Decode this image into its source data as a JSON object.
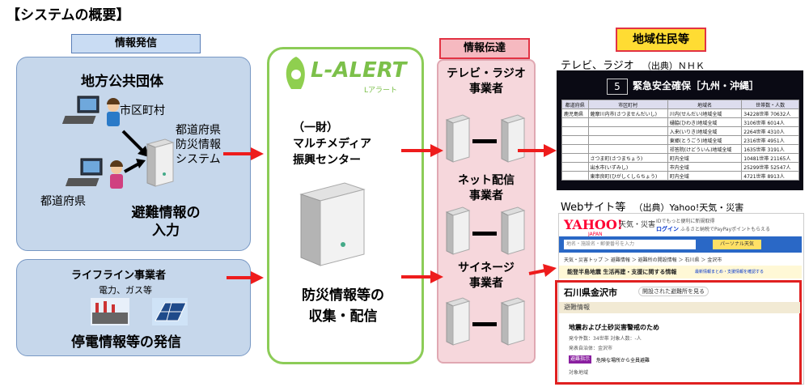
{
  "title": "【システムの概要】",
  "headers": {
    "source": "情報発信",
    "transmit": "情報伝達",
    "residents": "地域住民等"
  },
  "gov": {
    "title": "地方公共団体",
    "municipality": "市区町村",
    "prefecture_system": [
      "都道府県",
      "防災情報",
      "システム"
    ],
    "prefecture": "都道府県",
    "input": [
      "避難情報の",
      "入力"
    ]
  },
  "lifeline": {
    "title": "ライフライン事業者",
    "subtitle": "電力、ガス等",
    "output": "停電情報等の発信"
  },
  "alert": {
    "logo_text": "L-ALERT",
    "logo_sub": "Lアラート",
    "org": [
      "（一財）",
      "マルチメディア",
      "振興センター"
    ],
    "role": [
      "防災情報等の",
      "収集・配信"
    ]
  },
  "transmitters": [
    [
      "テレビ・ラジオ",
      "事業者"
    ],
    [
      "ネット配信",
      "事業者"
    ],
    [
      "サイネージ",
      "事業者"
    ]
  ],
  "tv": {
    "caption": "テレビ、ラジオ",
    "source": "（出典）ＮＨＫ",
    "headline": "緊急安全確保［九州・沖縄］",
    "channel": "5",
    "columns": [
      "都道府県",
      "市区町村",
      "地域名",
      "世帯数・人数"
    ],
    "rows": [
      [
        "鹿児島県",
        "薩摩川内市(さつませんだいし)",
        "川内(せんだい)地域全域",
        "34228世帯 70632人"
      ],
      [
        "",
        "",
        "樋脇(ひわき)地域全域",
        "3106世帯 6014人"
      ],
      [
        "",
        "",
        "入来(いりき)地域全域",
        "2264世帯 4310人"
      ],
      [
        "",
        "",
        "東郷(とうごう)地域全域",
        "2316世帯 4951人"
      ],
      [
        "",
        "",
        "祁答院(けどういん)地域全域",
        "1635世帯 3191人"
      ],
      [
        "",
        "さつま町(さつまちょう)",
        "町内全域",
        "10481世帯 21165人"
      ],
      [
        "",
        "出水市(いずみし)",
        "市内全域",
        "25299世帯 52547人"
      ],
      [
        "",
        "東串良町(ひがしくしらちょう)",
        "町内全域",
        "4721世帯 8913人"
      ]
    ]
  },
  "web": {
    "caption": "Webサイト等",
    "source": "（出典）Yahoo!天気・災害",
    "logo": "YAHOO!",
    "logo_sub": "JAPAN",
    "service": "天気・災害",
    "promo": "IDでもっと便利に新規取得",
    "login": "ログイン",
    "login_note": "ふるさと納税でPayPayポイントもらえる",
    "search_placeholder": "地名・施設名・郵便番号を入力",
    "search_button": "パーソナル天気",
    "breadcrumb": "天気・災害トップ ＞ 避難情報 ＞ 避難所の開設情報 ＞ 石川県 ＞ 金沢市",
    "banner": "能登半島地震 生活再建・支援に関する情報",
    "banner_note": "最新情報まとめ・支援情報を確認する",
    "location": "石川県金沢市",
    "shelter_link": "開設された避難所を見る",
    "section": "避難情報",
    "notice": "地震および土砂災害警戒のため",
    "counts": "発令件数：34世帯 対象人数：-人",
    "issuer": "発表自治体：金沢市",
    "tag": "避難指示",
    "tag_text": "危険な場所から全員避難",
    "area": "対象地域"
  },
  "colors": {
    "gov_bg": "#c6d7eb",
    "alert_border": "#8ccc57",
    "transmit_bg": "#f6d7dc",
    "arrow": "#ee1c1c"
  }
}
